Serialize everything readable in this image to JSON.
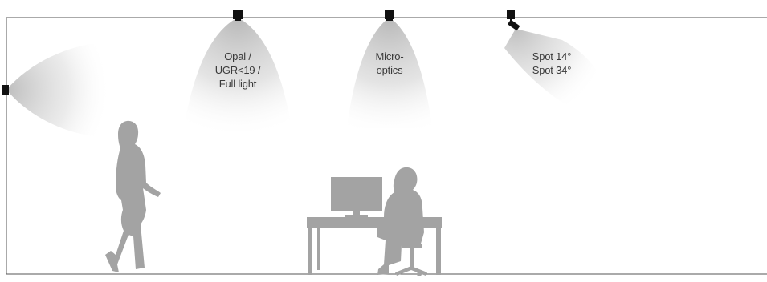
{
  "labels": {
    "opal": [
      "Opal /",
      "UGR<19 /",
      "Full light"
    ],
    "micro": [
      "Micro-",
      "optics"
    ],
    "spot": [
      "Spot 14°",
      "Spot 34°"
    ]
  },
  "colors": {
    "wall_line": "#555555",
    "fixture": "#111111",
    "silhouette": "#a3a3a3",
    "beam": "#cfcfcf",
    "text": "#3a3a3a"
  },
  "icons": [
    "wall-luminaire-icon",
    "opal-luminaire-icon",
    "micro-optics-luminaire-icon",
    "spot-luminaire-icon",
    "walking-person-icon",
    "seated-person-icon",
    "desk-icon",
    "monitor-icon",
    "office-chair-icon"
  ]
}
